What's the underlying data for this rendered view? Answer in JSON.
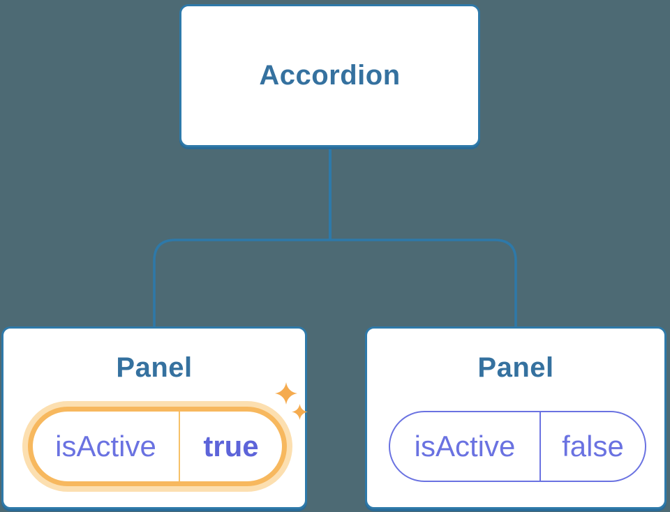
{
  "diagram": {
    "root": {
      "title": "Accordion"
    },
    "panels": [
      {
        "title": "Panel",
        "prop_name": "isActive",
        "prop_value": "true",
        "state": "active",
        "has_sparkles": true
      },
      {
        "title": "Panel",
        "prop_name": "isActive",
        "prop_value": "false",
        "state": "inactive",
        "has_sparkles": false
      }
    ]
  },
  "colors": {
    "background": "#4d6a74",
    "node_fill": "#ffffff",
    "node_border_blue": "#2e79a9",
    "node_border_shadow": "#2a6a96",
    "connector_blue": "#2e79a9",
    "title_blue": "#35719f",
    "prop_text_purple": "#6a72e1",
    "prop_value_bold_purple": "#5d64d9",
    "pill_border_purple": "#6a72e1",
    "highlight_border_orange": "#f7b85e",
    "highlight_glow_orange": "#fcdfb0",
    "pill_divider_orange": "#f6c168",
    "sparkle_orange": "#f5ab4f"
  }
}
